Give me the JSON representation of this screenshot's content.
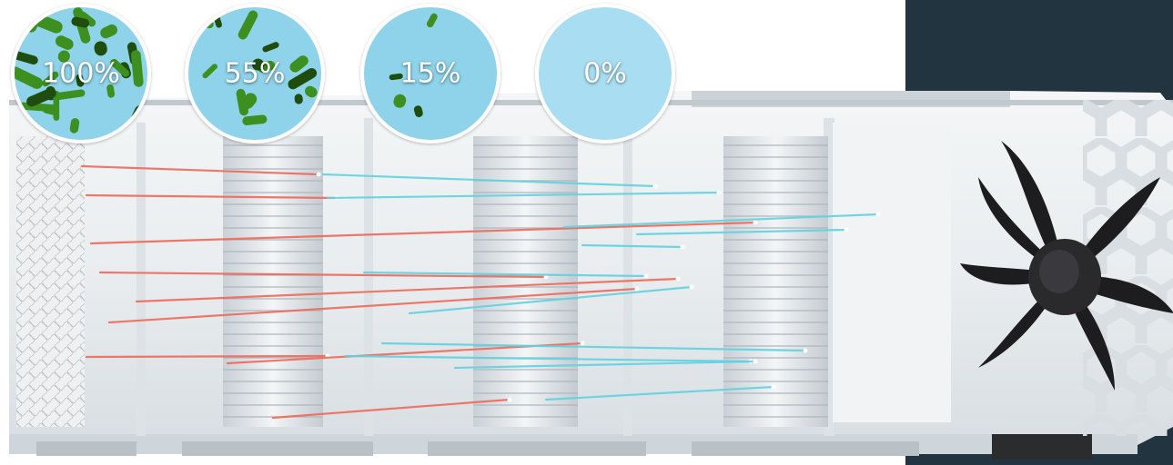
{
  "badges": [
    {
      "label": "100%",
      "bacteria_level": 1.0
    },
    {
      "label": "55%",
      "bacteria_level": 0.55
    },
    {
      "label": "15%",
      "bacteria_level": 0.15
    },
    {
      "label": "0%",
      "bacteria_level": 0.0
    }
  ],
  "colors": {
    "dark_panel": "#213440",
    "badge_blue": "#8fd3ea",
    "badge_clear": "#a9def2",
    "bacteria_green": "#3d8f1f",
    "bacteria_dark": "#1e4d0e",
    "particle_red": "#ee6a5a",
    "particle_cyan": "#62d2e0",
    "housing": "#dfe4e8",
    "fan": "#1d1d1f"
  },
  "icons": [
    "bacteria-icon",
    "fan-icon",
    "filter-icon"
  ]
}
